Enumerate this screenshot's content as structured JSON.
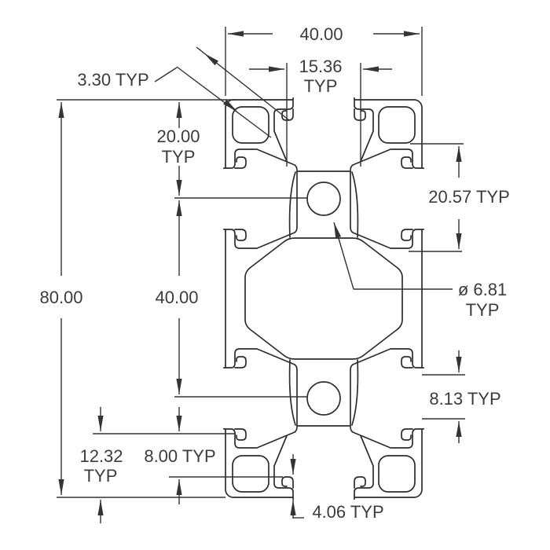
{
  "dimensions": {
    "overall_width": "40.00",
    "top_slot_spacing": {
      "line1": "15.36",
      "line2": "TYP"
    },
    "wall_thickness": "3.30 TYP",
    "corner_offset": {
      "line1": "20.00",
      "line2": "TYP"
    },
    "side_slot_spacing": "20.57 TYP",
    "overall_height": "80.00",
    "hole_spacing": "40.00",
    "hole_diameter": {
      "line1": "ø 6.81",
      "line2": "TYP"
    },
    "right_slot_width": "8.13 TYP",
    "bottom_corner_offset": {
      "line1": "12.32",
      "line2": "TYP"
    },
    "bottom_slot_offset": "8.00 TYP",
    "lip_height": "4.06 TYP"
  },
  "line_color": "#2d2d2d",
  "text_color": "#3c3c3c",
  "background_color": "#ffffff"
}
